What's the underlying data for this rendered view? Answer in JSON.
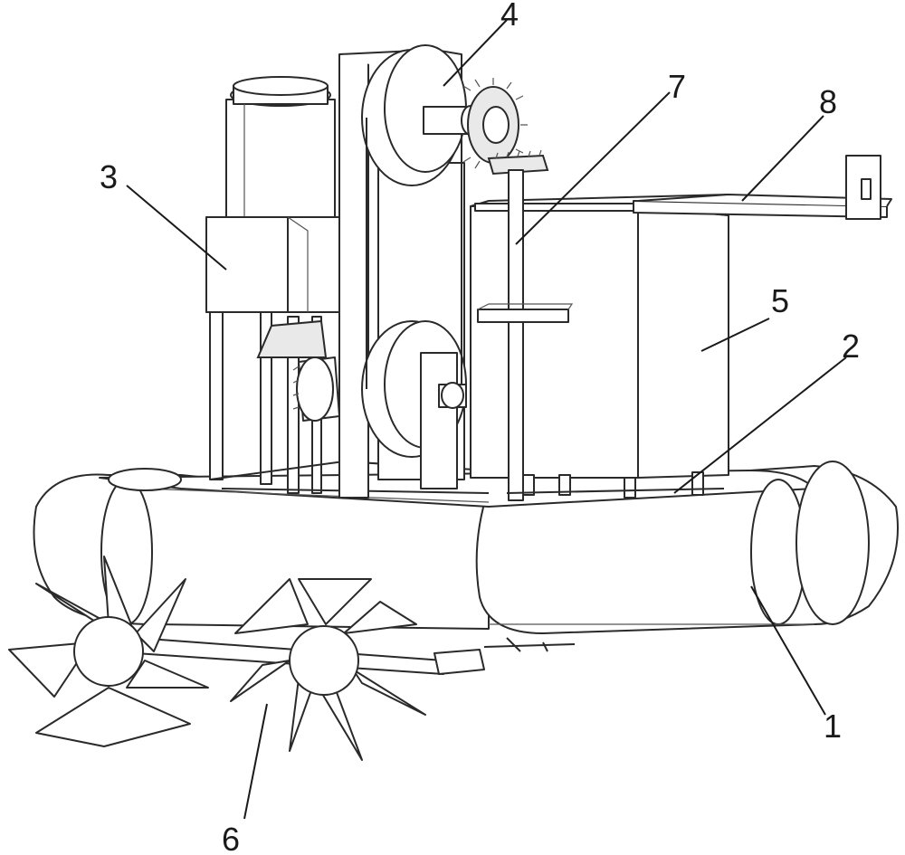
{
  "figure": {
    "labels": [
      {
        "id": "1",
        "text": "1"
      },
      {
        "id": "2",
        "text": "2"
      },
      {
        "id": "3",
        "text": "3"
      },
      {
        "id": "4",
        "text": "4"
      },
      {
        "id": "5",
        "text": "5"
      },
      {
        "id": "6",
        "text": "6"
      },
      {
        "id": "7",
        "text": "7"
      },
      {
        "id": "8",
        "text": "8"
      }
    ]
  }
}
